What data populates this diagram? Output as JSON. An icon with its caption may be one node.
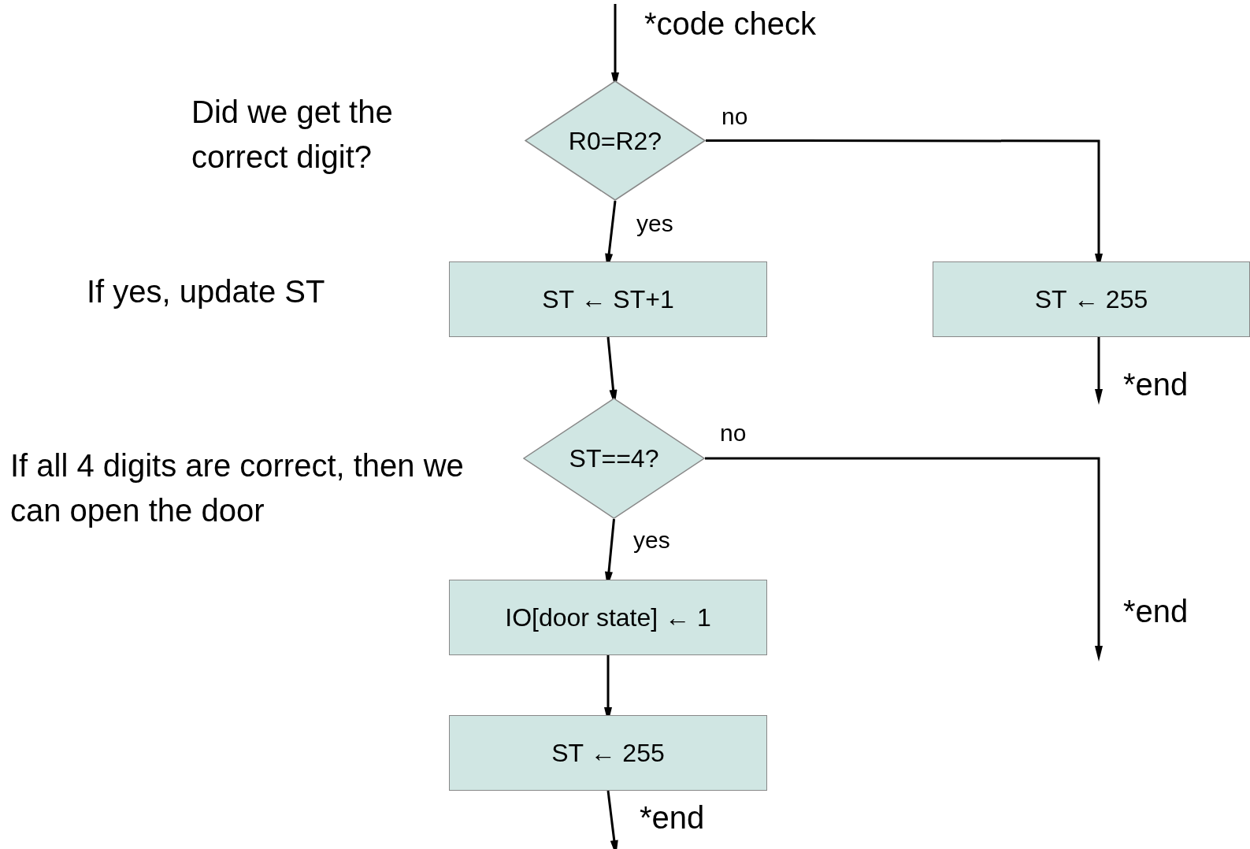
{
  "diagram": {
    "nodes": [
      {
        "text": [
          "R0=R2?"
        ]
      },
      {
        "text": [
          "ST ← ST+1"
        ]
      },
      {
        "text": [
          "ST ← 255"
        ]
      },
      {
        "text": [
          "ST==4?"
        ]
      },
      {
        "text": [
          "IO[door state] ← 1"
        ]
      },
      {
        "text": [
          "ST ← 255"
        ]
      }
    ],
    "edges": [
      {
        "from": null,
        "to": 0,
        "arrow": "to"
      },
      {
        "from": 0,
        "to": 1,
        "arrow": "to",
        "label": "yes"
      },
      {
        "from": 0,
        "to": 2,
        "arrow": "to",
        "label": "no"
      },
      {
        "from": 1,
        "to": 3,
        "arrow": "to"
      },
      {
        "from": 2,
        "to": null,
        "arrow": "to"
      },
      {
        "from": 3,
        "to": 4,
        "arrow": "to",
        "label": "yes"
      },
      {
        "from": 3,
        "to": null,
        "arrow": "to",
        "label": "no"
      },
      {
        "from": 4,
        "to": 5,
        "arrow": "to"
      },
      {
        "from": 5,
        "to": null,
        "arrow": "to"
      }
    ],
    "labels": [
      "*code check",
      "Did we get the correct digit?",
      "If yes, update ST",
      "*end",
      "If all 4 digits are correct, then we can open the door",
      "*end",
      "*end"
    ]
  }
}
